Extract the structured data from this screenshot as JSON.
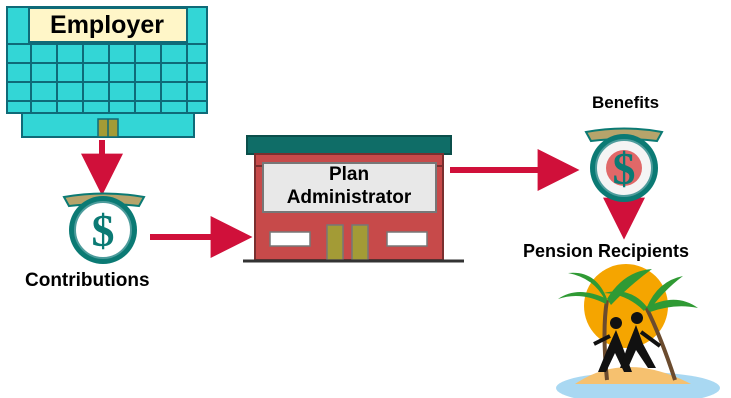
{
  "nodes": {
    "employer": {
      "label": "Employer"
    },
    "contributions": {
      "label": "Contributions"
    },
    "plan_administrator": {
      "label_line1": "Plan",
      "label_line2": "Administrator"
    },
    "benefits": {
      "label": "Benefits"
    },
    "pension_recipients": {
      "label": "Pension Recipients"
    }
  },
  "edges": [
    {
      "from": "employer",
      "to": "contributions"
    },
    {
      "from": "contributions",
      "to": "plan_administrator"
    },
    {
      "from": "plan_administrator",
      "to": "benefits"
    },
    {
      "from": "benefits",
      "to": "pension_recipients"
    }
  ],
  "icons": {
    "employer": "office-building-icon",
    "contributions": "money-bag-icon",
    "plan_administrator": "storefront-building-icon",
    "benefits": "money-bag-icon",
    "pension_recipients": "beach-couple-icon",
    "currency_symbol": "$"
  },
  "colors": {
    "building_window": "#33d6d6",
    "building_frame": "#0f6a78",
    "arrow": "#d0103a",
    "plan_roof": "#0f6d67",
    "plan_wall": "#c74a4a",
    "plan_door": "#a39b36",
    "bag_border": "#0b7a74",
    "bag_coin": "#ffffff",
    "sun": "#f5a500",
    "palm_green": "#2f9a34",
    "water": "#a9d8f2",
    "sand": "#f6c16f"
  }
}
